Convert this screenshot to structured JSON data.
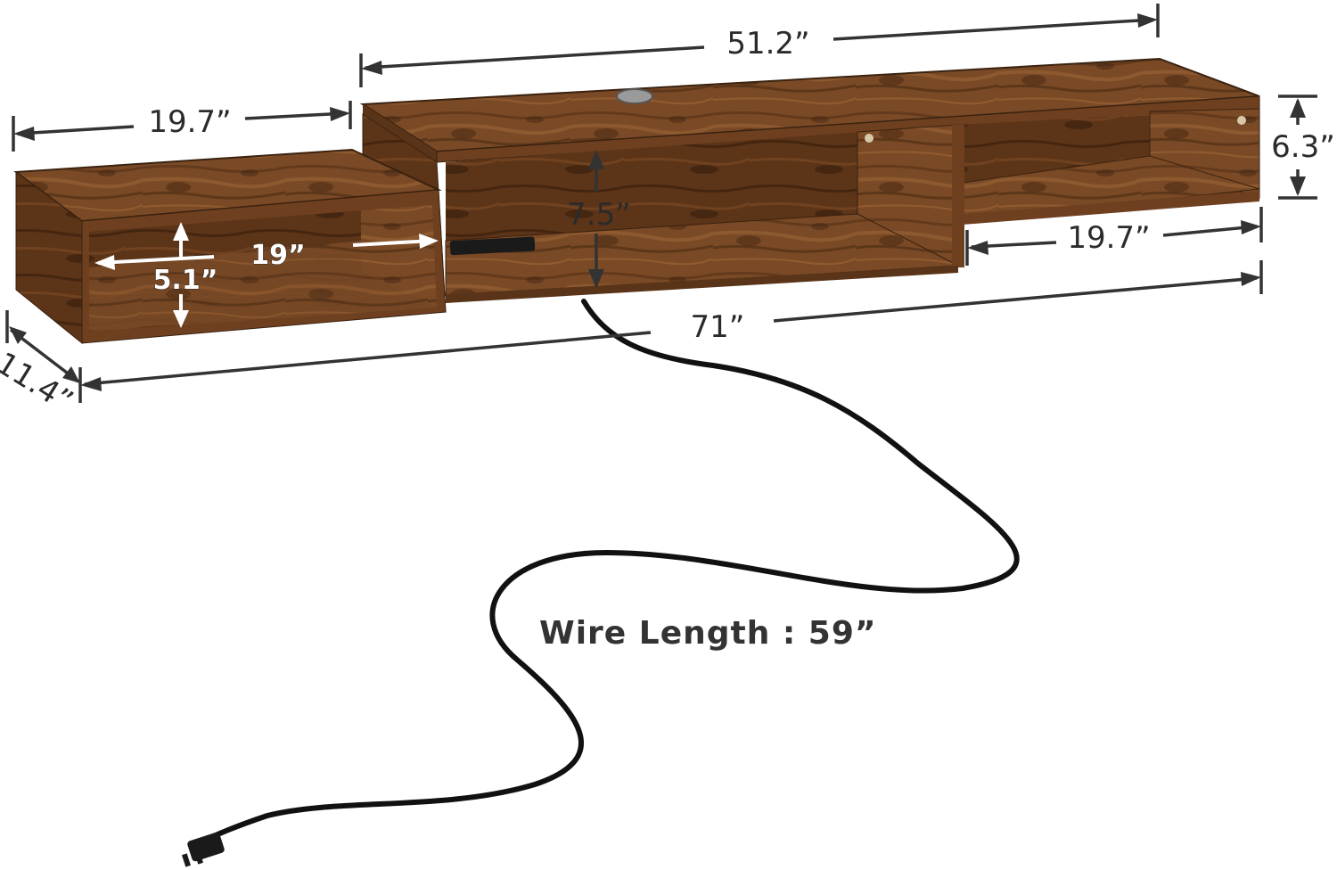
{
  "dimensions": {
    "top_length": "51.2”",
    "left_width": "19.7”",
    "right_height": "6.3”",
    "center_height": "7.5”",
    "right_width": "19.7”",
    "total_length": "71”",
    "depth": "11.4”",
    "inner_width": "19”",
    "inner_height": "5.1”"
  },
  "wire_label": "Wire Length : 59”",
  "colors": {
    "wood_dark": "#4a2c16",
    "wood_mid": "#7a4a26",
    "wood_light": "#9a6234",
    "dimension_line": "#333333",
    "cable": "#111111"
  }
}
